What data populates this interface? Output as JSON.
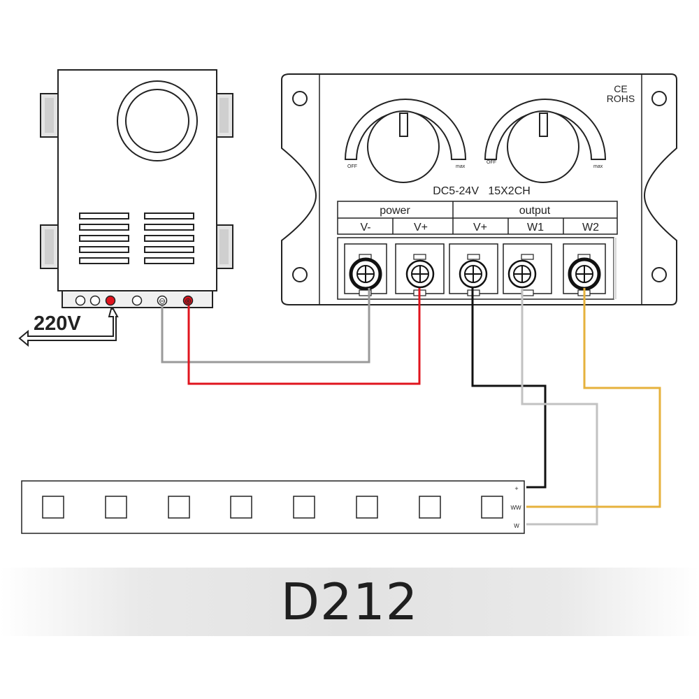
{
  "power_supply": {
    "input_voltage_label": "220V",
    "terminal_minus_symbol": "⊖",
    "terminal_plus_symbol": "⊕"
  },
  "controller": {
    "cert_line1": "CE",
    "cert_line2": "ROHS",
    "knob_left": {
      "off_label": "OFF",
      "max_label": "max"
    },
    "knob_right": {
      "off_label": "OFF",
      "max_label": "max"
    },
    "spec_label": "DC5-24V   15X2CH",
    "group_power_label": "power",
    "group_output_label": "output",
    "terminals": [
      "V-",
      "V+",
      "V+",
      "W1",
      "W2"
    ]
  },
  "strip": {
    "label_plus": "+",
    "label_ww": "WW",
    "label_w": "W"
  },
  "wire_colors": {
    "negative": "#9a9a9a",
    "positive": "#e0141e",
    "common": "#111111",
    "w1": "#c2c2c2",
    "w2": "#e6b23c"
  },
  "model_title": "D212"
}
